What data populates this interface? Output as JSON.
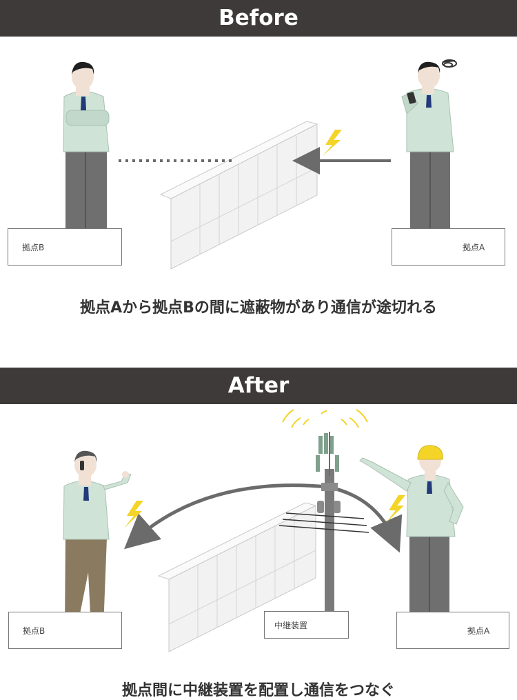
{
  "before": {
    "title": "Before",
    "caption": "拠点Aから拠点Bの間に遮蔽物があり通信が途切れる",
    "label_b": "拠点B",
    "label_a": "拠点A"
  },
  "after": {
    "title": "After",
    "caption": "拠点間に中継装置を配置し通信をつなぐ",
    "label_b": "拠点B",
    "label_relay": "中継装置",
    "label_a": "拠点A"
  },
  "colors": {
    "banner": "#3e3a39",
    "shirt": "#cfe3d6",
    "pants_gray": "#6f6f6f",
    "pants_brown": "#8a7a60",
    "arrow": "#6b6b6b",
    "lightning": "#f3d427",
    "helmet": "#f3d427"
  },
  "icons": [
    "lightning-icon",
    "confused-icon",
    "antenna-signal-icon"
  ]
}
